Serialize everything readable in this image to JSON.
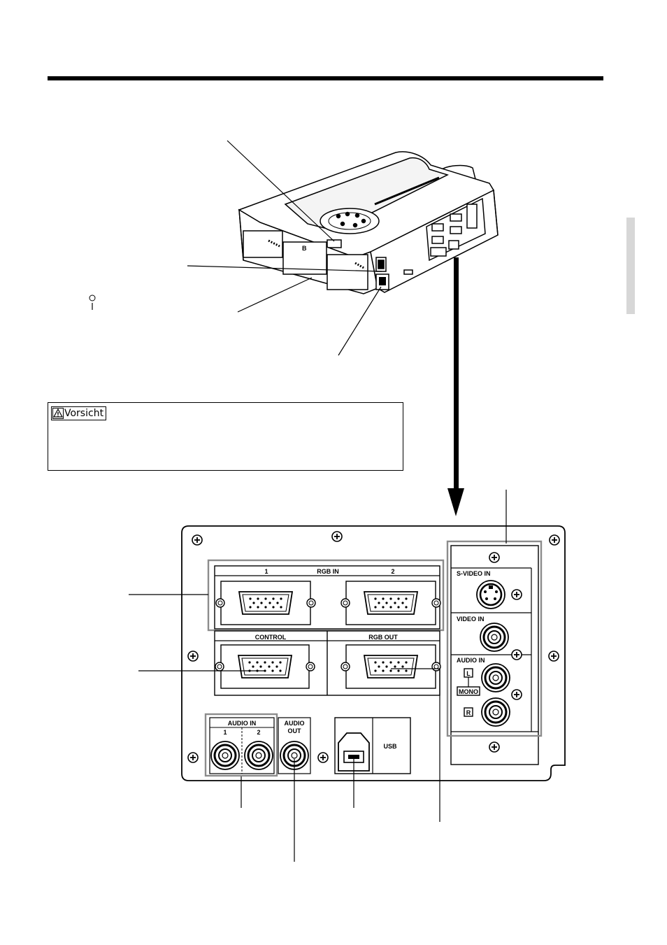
{
  "caution": {
    "title": "Vorsicht",
    "icon": "caution-icon"
  },
  "panel": {
    "rgb_in_label": "RGB IN",
    "rgb_in_port1": "1",
    "rgb_in_port2": "2",
    "control_label": "CONTROL",
    "rgb_out_label": "RGB OUT",
    "audio_in_label": "AUDIO IN",
    "audio_in_port1": "1",
    "audio_in_port2": "2",
    "audio_out_label_line1": "AUDIO",
    "audio_out_label_line2": "OUT",
    "usb_label": "USB",
    "s_video_in_label": "S-VIDEO IN",
    "video_in_label": "VIDEO IN",
    "av_audio_in_label": "AUDIO IN",
    "left_channel_label": "L",
    "mono_label": "MONO",
    "right_channel_label": "R"
  },
  "power_switch": {
    "on_symbol": "I",
    "off_symbol": "O"
  },
  "colors": {
    "ink": "#000000",
    "highlight_frame": "#8c8c8c",
    "side_tab": "#d7d7d7"
  }
}
